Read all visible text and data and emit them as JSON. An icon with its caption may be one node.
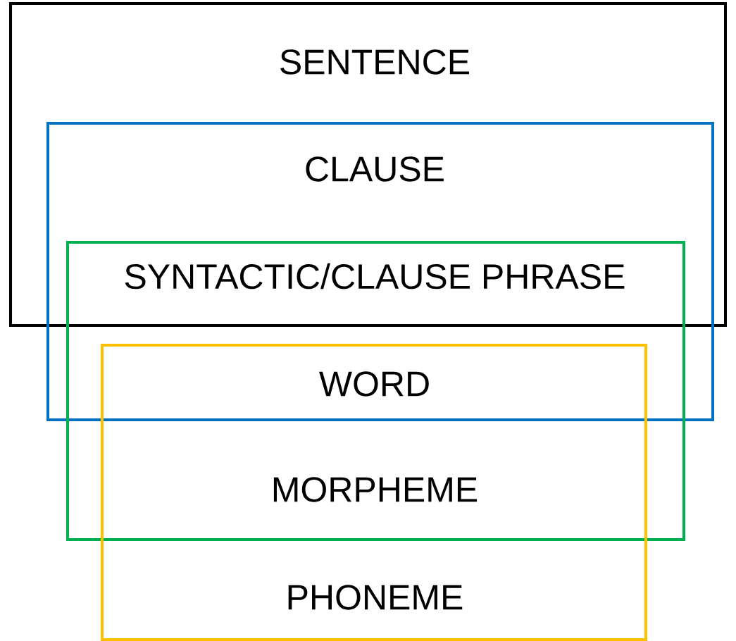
{
  "diagram": {
    "nodes": [
      {
        "text": [
          "SENTENCE"
        ]
      },
      {
        "text": [
          "CLAUSE"
        ]
      },
      {
        "text": [
          "SYNTACTIC/CLAUSE PHRASE"
        ]
      },
      {
        "text": [
          "WORD",
          "MORPHEME",
          "PHONEME"
        ]
      }
    ]
  }
}
